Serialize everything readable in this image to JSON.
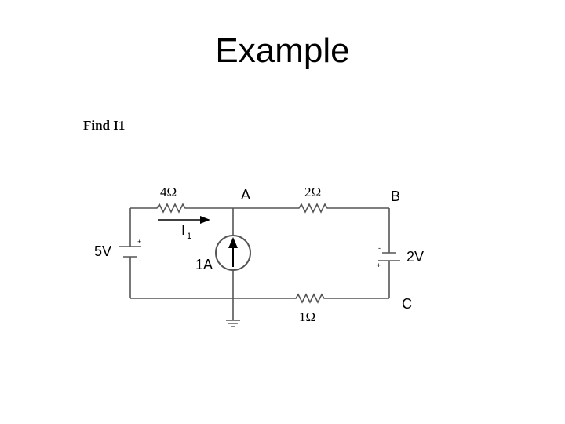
{
  "slide": {
    "title": "Example",
    "prompt": "Find I1"
  },
  "circuit": {
    "resistor_left": "4Ω",
    "resistor_top": "2Ω",
    "resistor_bottom": "1Ω",
    "source_left": "5V",
    "source_right": "2V",
    "current_source": "1A",
    "current_label": "I",
    "current_subscript": "1",
    "node_a": "A",
    "node_b": "B",
    "node_c": "C",
    "plus_sign": "+",
    "minus_sign": "-"
  }
}
